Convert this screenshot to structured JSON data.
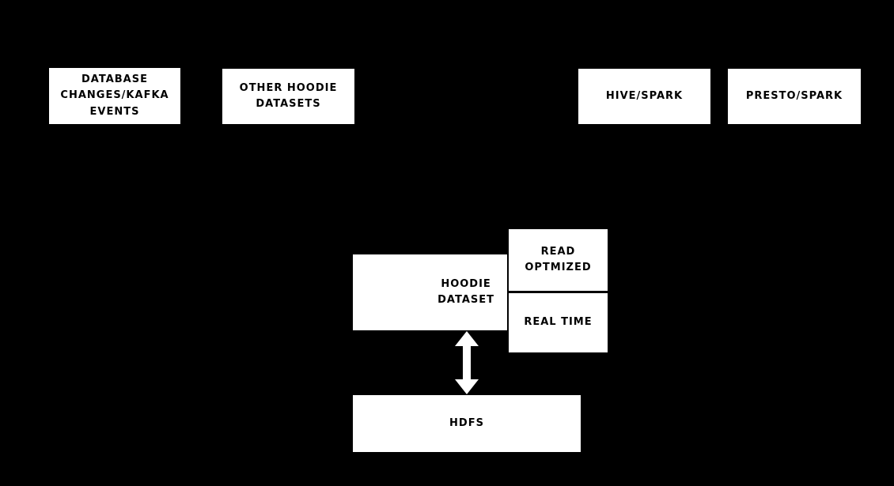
{
  "diagram": {
    "background_color": "#000000",
    "box_fill_color": "#ffffff",
    "box_text_color": "#000000",
    "arrow_color": "#ffffff",
    "boxes": {
      "database_changes": {
        "label": "DATABASE\nCHANGES/KAFKA\nEVENTS"
      },
      "other_hoodie_datasets": {
        "label": "OTHER HOODIE\nDATASETS"
      },
      "hive_spark": {
        "label": "HIVE/SPARK"
      },
      "presto_spark": {
        "label": "PRESTO/SPARK"
      },
      "hoodie_dataset": {
        "label": "HOODIE\nDATASET"
      },
      "read_optimized": {
        "label": "READ\nOPTMIZED"
      },
      "real_time": {
        "label": "REAL TIME"
      },
      "hdfs": {
        "label": "HDFS"
      }
    },
    "connectors": {
      "hoodie_to_hdfs": "bidirectional vertical arrow between HOODIE DATASET and HDFS"
    }
  }
}
